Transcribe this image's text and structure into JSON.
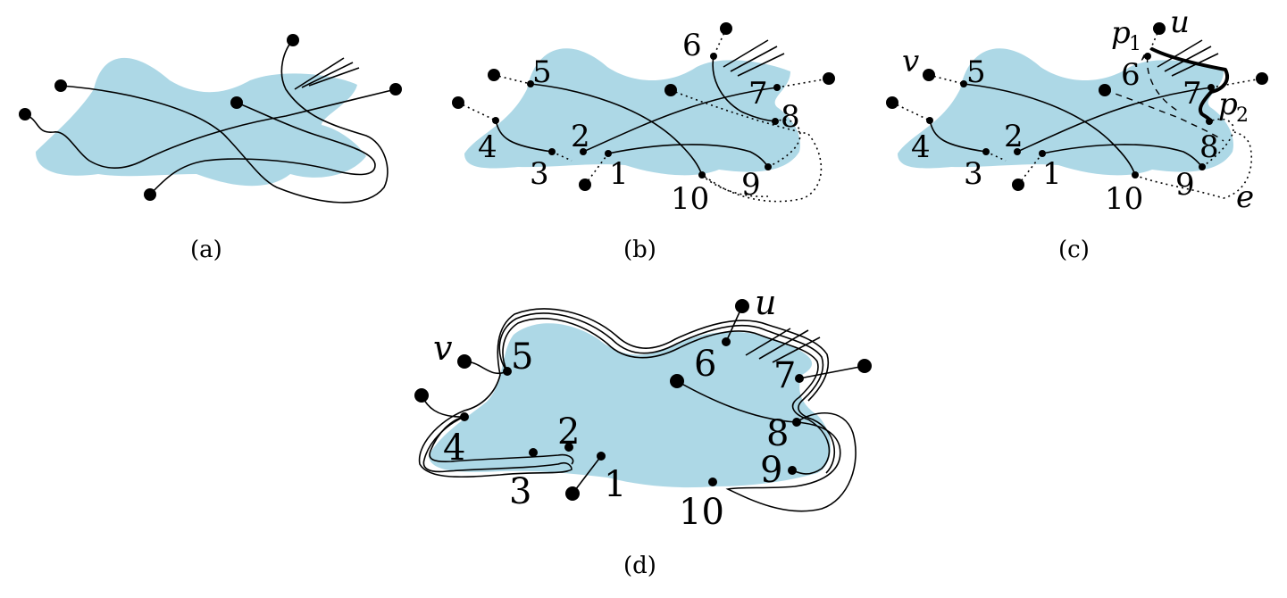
{
  "captions": {
    "a": "(a)",
    "b": "(b)",
    "c": "(c)",
    "d": "(d)"
  },
  "labels": {
    "n1": "1",
    "n2": "2",
    "n3": "3",
    "n4": "4",
    "n5": "5",
    "n6": "6",
    "n7": "7",
    "n8": "8",
    "n9": "9",
    "n10": "10",
    "u": "u",
    "v": "v",
    "e": "e",
    "p": "p",
    "sub1": "1",
    "sub2": "2",
    "prime": "′"
  },
  "colors": {
    "region": "#add8e6",
    "ink": "#000000"
  }
}
